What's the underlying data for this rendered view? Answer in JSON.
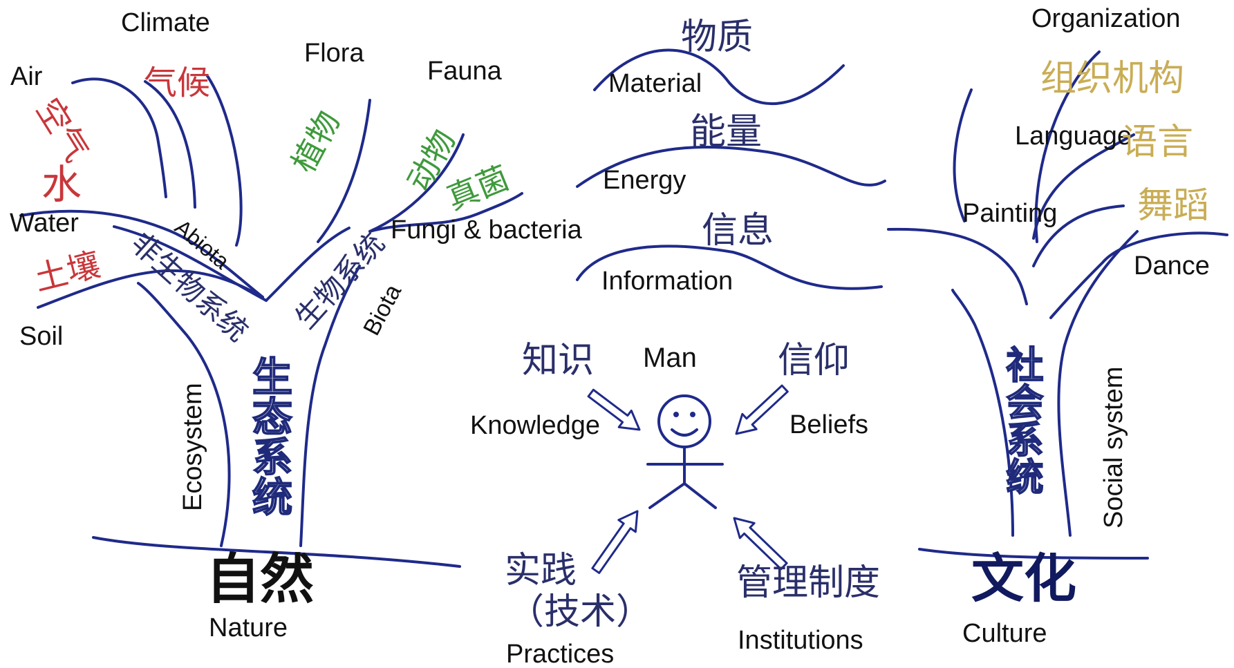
{
  "nature_tree": {
    "en_climate": "Climate",
    "en_air": "Air",
    "cn_climate": "气候",
    "cn_air": "空气",
    "cn_water": "水",
    "en_water": "Water",
    "cn_soil": "土壤",
    "en_soil": "Soil",
    "en_flora": "Flora",
    "cn_flora": "植物",
    "en_fauna": "Fauna",
    "cn_fauna": "动物",
    "cn_fungi": "真菌",
    "en_fungi": "Fungi & bacteria",
    "en_abiota": "Abiota",
    "cn_abiota": "非生物系统",
    "cn_biota": "生物系统",
    "en_biota": "Biota",
    "cn_ecosystem": "生态系统",
    "en_ecosystem": "Ecosystem",
    "cn_nature": "自然",
    "en_nature": "Nature"
  },
  "middle": {
    "cn_material": "物质",
    "en_material": "Material",
    "cn_energy": "能量",
    "en_energy": "Energy",
    "cn_information": "信息",
    "en_information": "Information",
    "en_man": "Man",
    "cn_knowledge": "知识",
    "en_knowledge": "Knowledge",
    "cn_beliefs": "信仰",
    "en_beliefs": "Beliefs",
    "cn_practices_1": "实践",
    "cn_practices_2": "（技术）",
    "en_practices": "Practices",
    "cn_institutions": "管理制度",
    "en_institutions": "Institutions"
  },
  "culture_tree": {
    "en_organization": "Organization",
    "cn_organization": "组织机构",
    "en_language": "Language",
    "cn_language": "语言",
    "en_painting": "Painting",
    "cn_dance": "舞蹈",
    "en_dance": "Dance",
    "cn_social_system": "社会系统",
    "en_social_system": "Social system",
    "cn_culture": "文化",
    "en_culture": "Culture"
  },
  "colors": {
    "line": "#1f2a8a",
    "abiotic_cn": "#c9363a",
    "biotic_cn": "#3f9a3c",
    "culture_cn": "#c9ad55",
    "middle_cn": "#2a2f6a"
  }
}
